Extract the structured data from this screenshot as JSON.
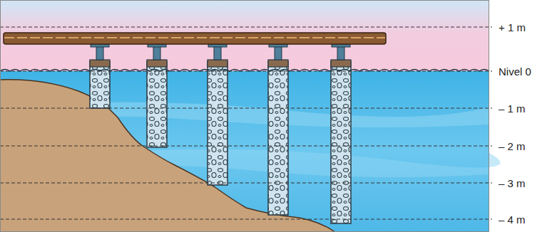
{
  "diagram": {
    "labels": [
      "+ 1 m",
      "Nivel 0",
      "– 1 m",
      "– 2 m",
      "– 3 m",
      "– 4 m"
    ]
  }
}
